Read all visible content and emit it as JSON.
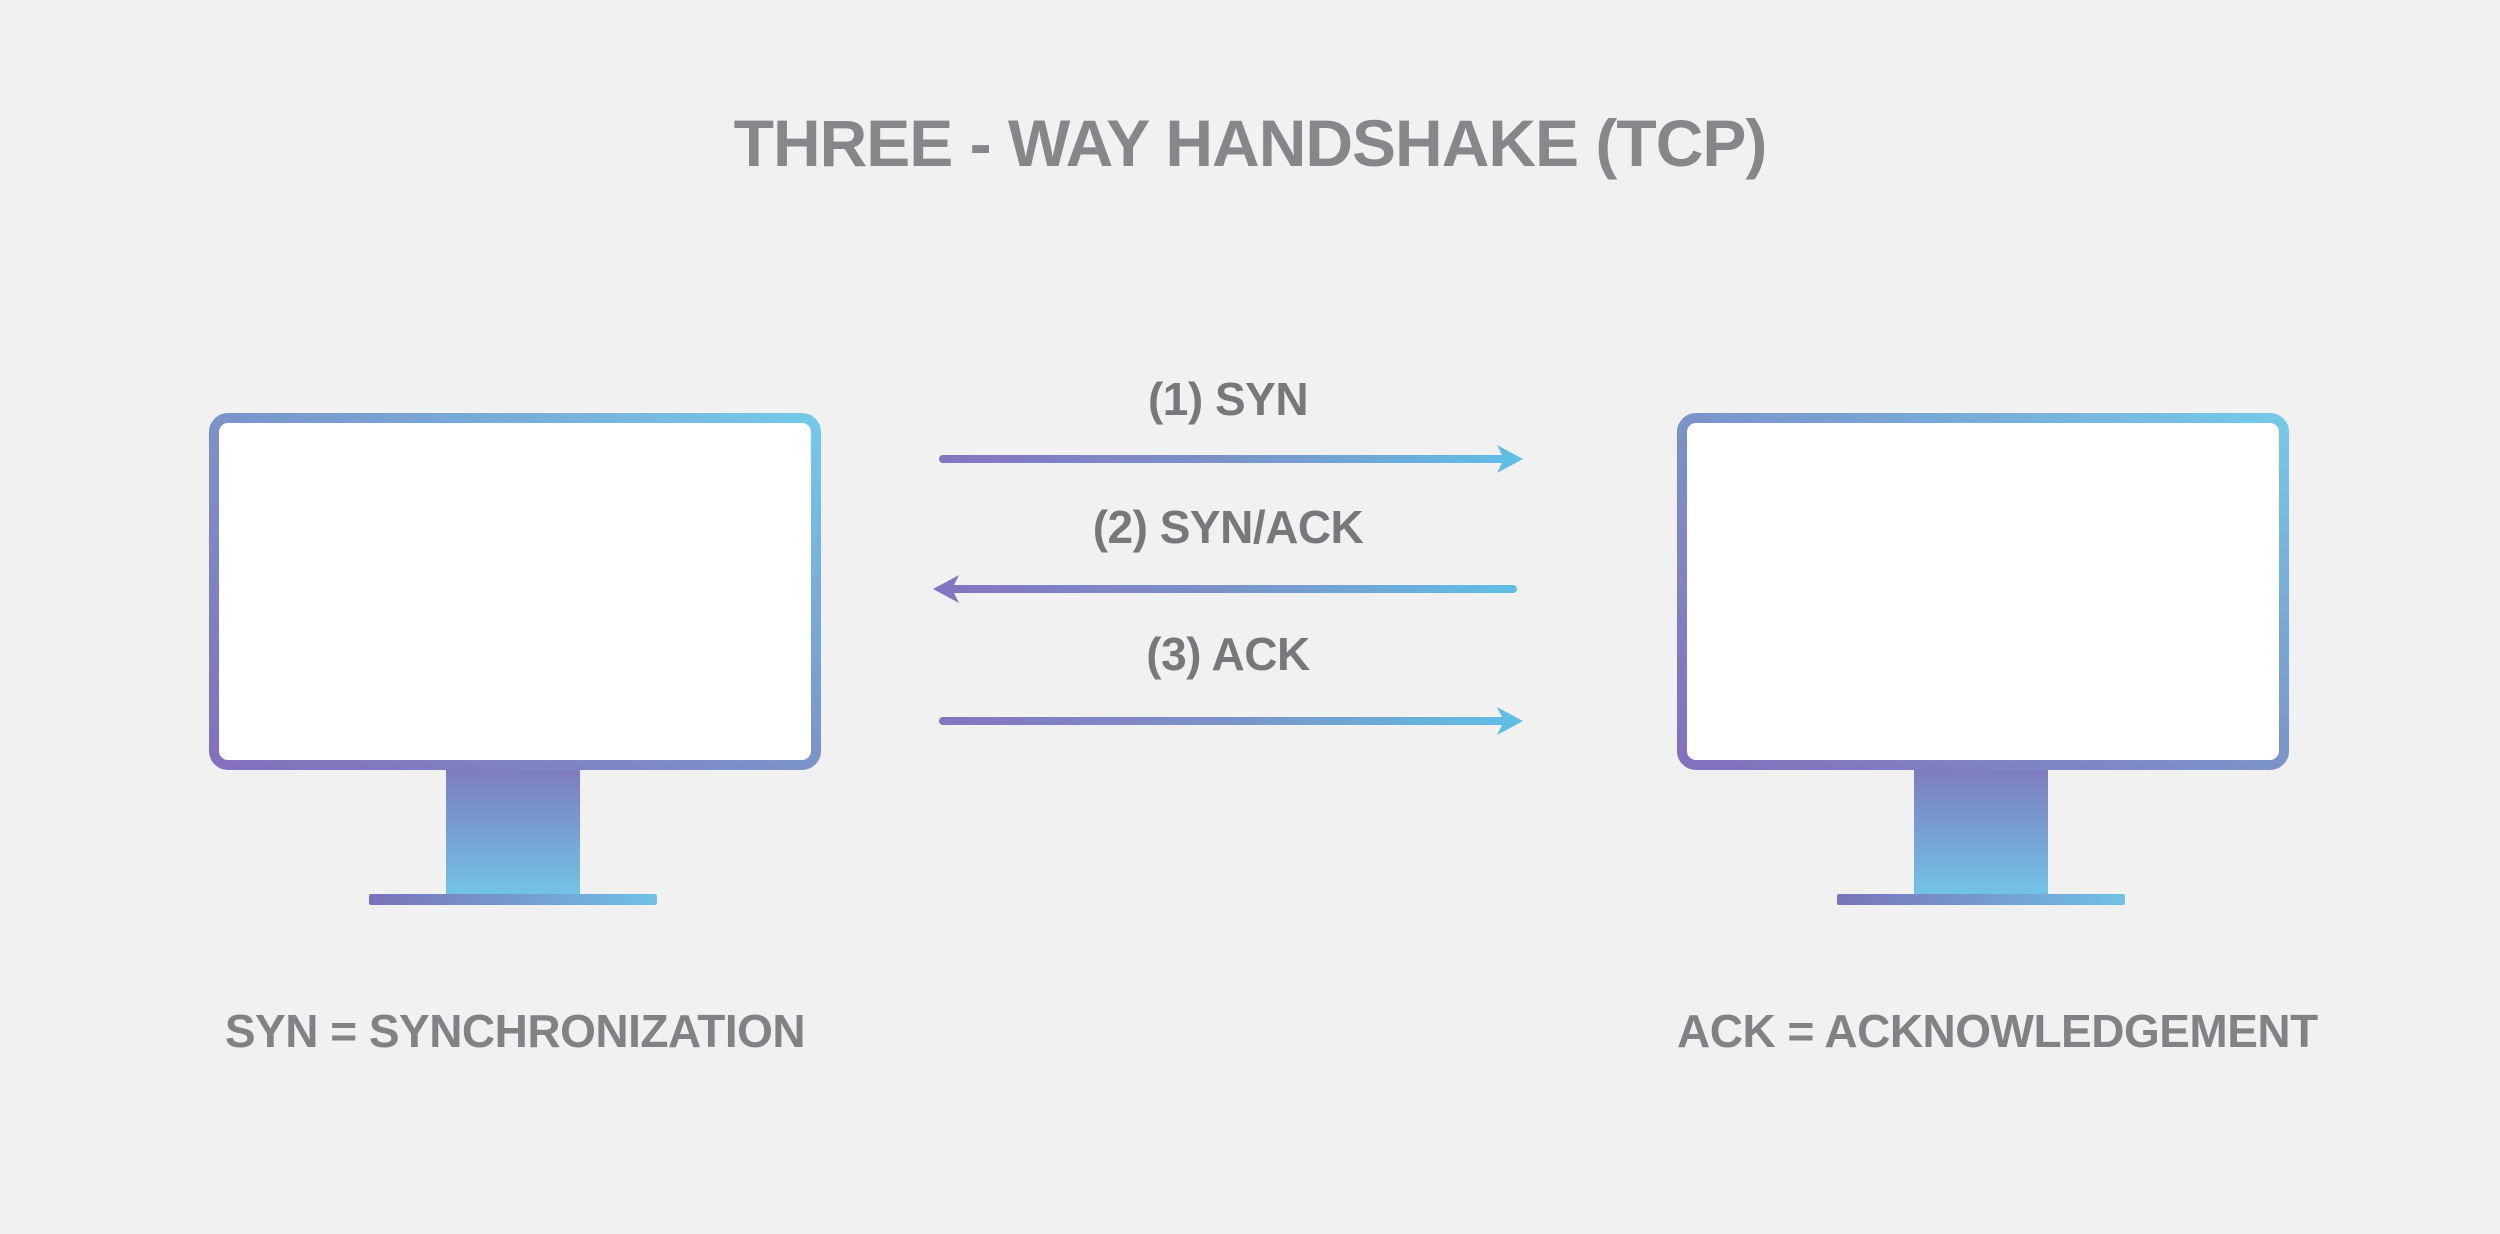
{
  "title": "THREE - WAY HANDSHAKE (TCP)",
  "steps": [
    {
      "label": "(1) SYN",
      "direction": "right",
      "from": "client",
      "to": "server"
    },
    {
      "label": "(2) SYN/ACK",
      "direction": "left",
      "from": "server",
      "to": "client"
    },
    {
      "label": "(3) ACK",
      "direction": "right",
      "from": "client",
      "to": "server"
    }
  ],
  "definitions": {
    "syn": "SYN = SYNCHRONIZATION",
    "ack": "ACK = ACKNOWLEDGEMENT"
  },
  "icons": {
    "left_monitor": "desktop-monitor",
    "right_monitor": "desktop-monitor"
  },
  "colors": {
    "background": "#f1f1f2",
    "title_text": "#85878a",
    "label_text": "#77787b",
    "gradient_purple": "#8470bd",
    "gradient_periwinkle": "#7b93c9",
    "gradient_cyan": "#74c9e8"
  }
}
